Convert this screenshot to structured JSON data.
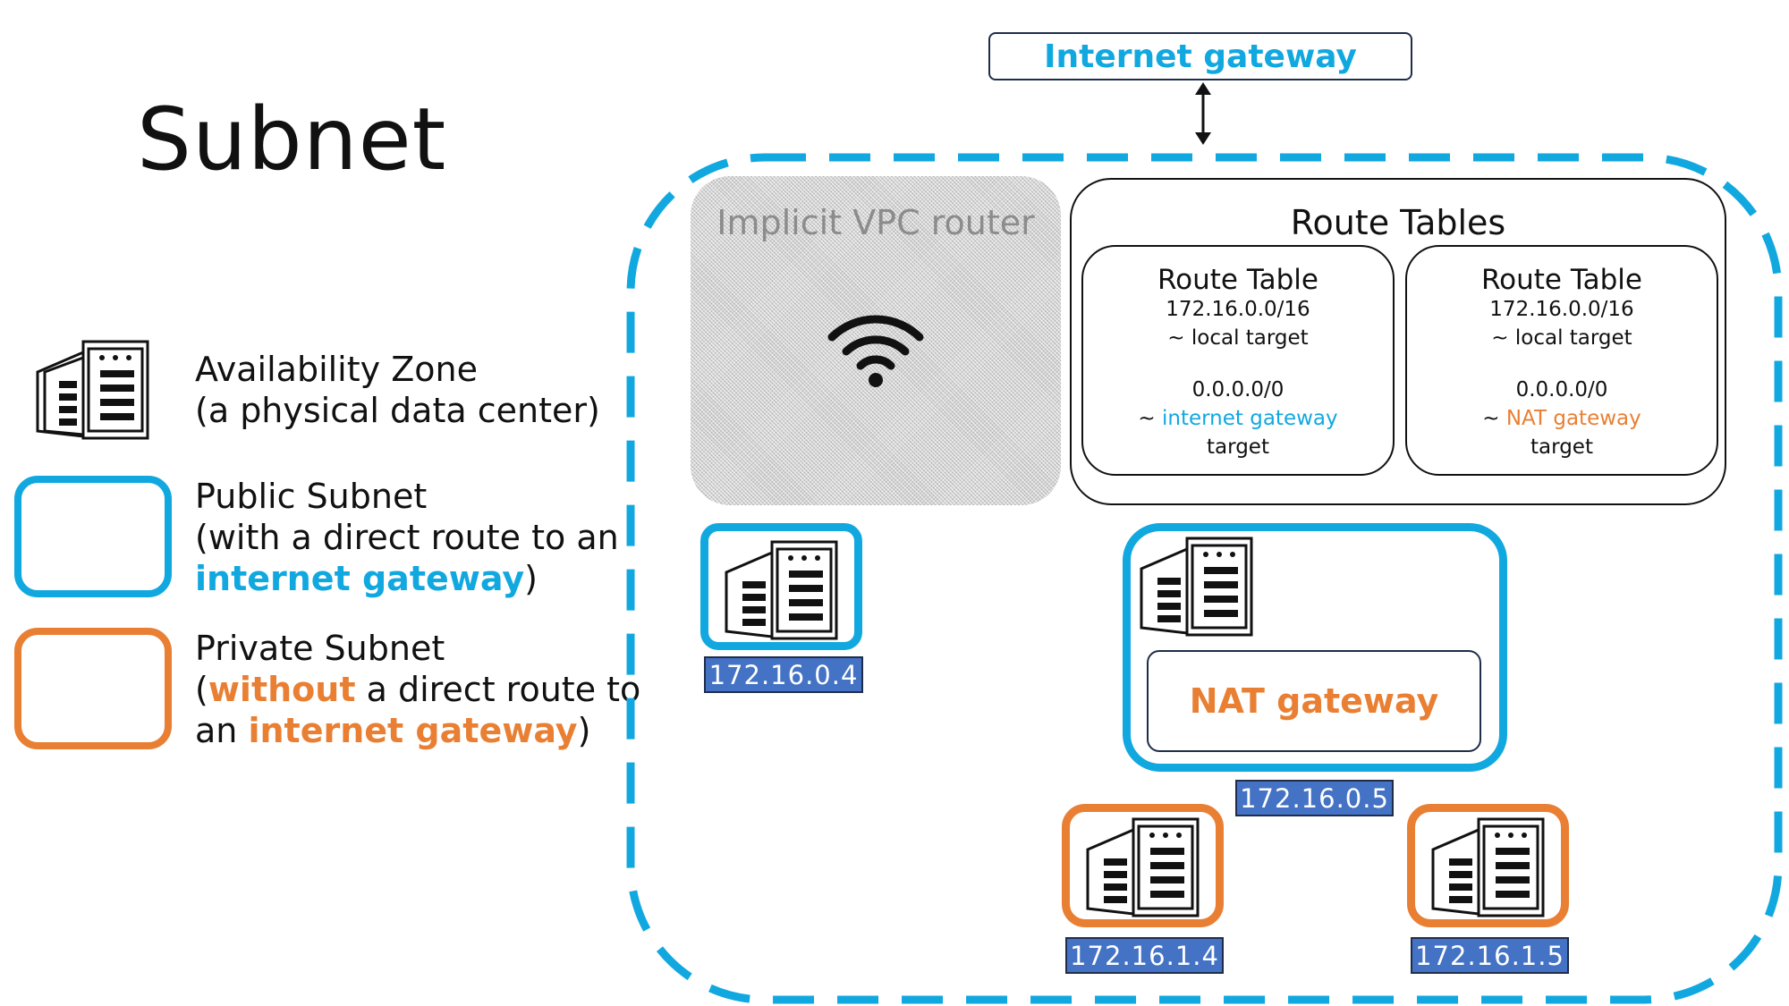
{
  "title": "Subnet",
  "legend": {
    "az_line1": "Availability Zone",
    "az_line2": "(a physical data center)",
    "public_line1": "Public Subnet",
    "public_line2": "(with a direct route to an",
    "public_igw": "internet gateway",
    "public_close": ")",
    "private_line1": "Private Subnet",
    "private_open": "(",
    "private_without": "without",
    "private_rest": " a direct route to",
    "private_an": "an ",
    "private_igw": "internet gateway",
    "private_close": ")"
  },
  "internet_gateway_label": "Internet gateway",
  "router_label": "Implicit VPC router",
  "route_tables": {
    "title": "Route Tables",
    "tables": [
      {
        "title": "Route Table",
        "local_cidr": "172.16.0.0/16",
        "local_target": "~ local target",
        "default_cidr": "0.0.0.0/0",
        "target_prefix": "~ ",
        "target_name": "internet gateway",
        "target_suffix": "target"
      },
      {
        "title": "Route Table",
        "local_cidr": "172.16.0.0/16",
        "local_target": "~ local target",
        "default_cidr": "0.0.0.0/0",
        "target_prefix": "~ ",
        "target_name": "NAT gateway",
        "target_suffix": "target"
      }
    ]
  },
  "nat_gateway_label": "NAT gateway",
  "ips": {
    "public_instance": "172.16.0.4",
    "nat_instance": "172.16.0.5",
    "private_instance_1": "172.16.1.4",
    "private_instance_2": "172.16.1.5"
  },
  "colors": {
    "public": "#11a8e0",
    "private": "#e97f33",
    "ip_box": "#4472c4",
    "outline": "#1f2d4a"
  },
  "icons": {
    "datacenter": "datacenter-icon",
    "wifi": "wifi-icon",
    "arrow": "double-arrow-icon"
  }
}
